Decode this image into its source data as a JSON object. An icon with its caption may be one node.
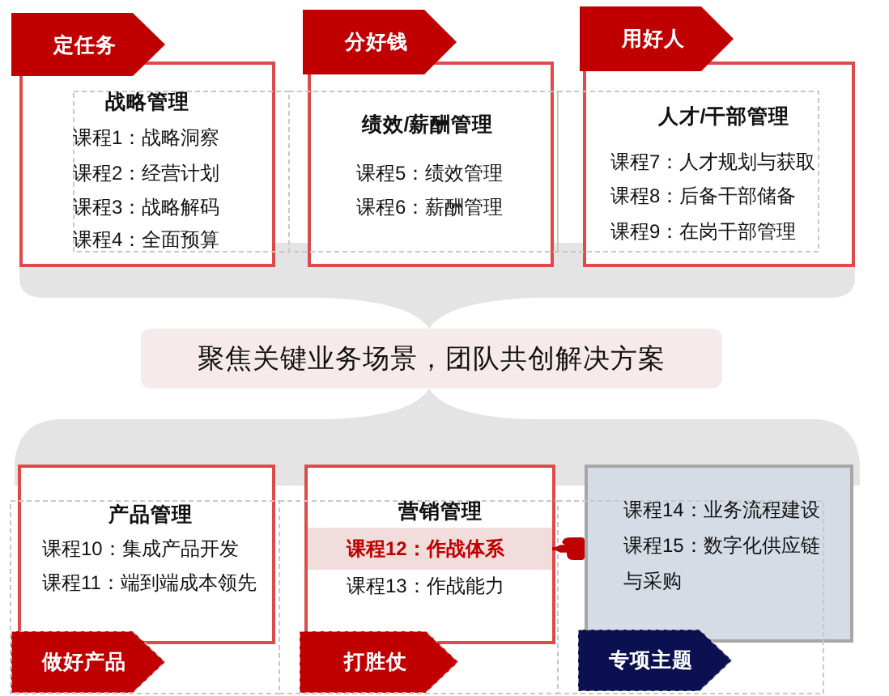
{
  "diagram": {
    "nodes": [
      {
        "text": [
          "定任务"
        ]
      },
      {
        "text": [
          "战略管理",
          "课程1：战略洞察",
          "课程2：经营计划",
          "课程3：战略解码",
          "课程4：全面预算"
        ]
      },
      {
        "text": [
          "分好钱"
        ]
      },
      {
        "text": [
          "绩效/薪酬管理",
          "课程5：绩效管理",
          "课程6：薪酬管理"
        ]
      },
      {
        "text": [
          "用好人"
        ]
      },
      {
        "text": [
          "人才/干部管理",
          "课程7：人才规划与获取",
          "课程8：后备干部储备",
          "课程9：在岗干部管理"
        ]
      },
      {
        "text": [
          "聚焦关键业务场景，团队共创解决方案"
        ]
      },
      {
        "text": [
          "产品管理",
          "课程10：集成产品开发",
          "课程11：端到端成本领先"
        ]
      },
      {
        "text": [
          "营销管理",
          "课程13：作战能力"
        ]
      },
      {
        "text": [
          "课程12：作战体系"
        ],
        "in": 8
      },
      {
        "text": [
          "课程14：业务流程建设",
          "课程15：数字化供应链与采购"
        ]
      },
      {
        "text": [
          "做好产品"
        ]
      },
      {
        "text": [
          "打胜仗"
        ]
      },
      {
        "text": [
          "专项主题"
        ]
      }
    ],
    "edges": [
      {
        "from": 10,
        "to": 9,
        "arrow": "to"
      }
    ]
  }
}
